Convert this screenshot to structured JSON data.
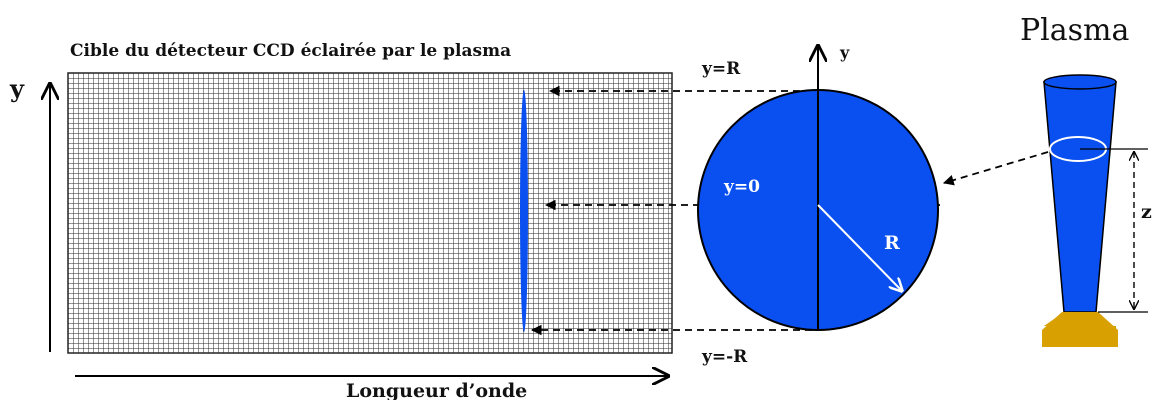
{
  "labels": {
    "detector_title": "Cible du détecteur CCD éclairée par le plasma",
    "y_axis_left": "y",
    "x_axis": "Longueur d’onde",
    "y_top": "y=R",
    "y_mid": "y=0",
    "y_bottom": "y=-R",
    "y_axis_circle": "y",
    "radius": "R",
    "plasma_title": "Plasma",
    "z_label": "z"
  },
  "colors": {
    "plasma_blue": "#0a4ff0",
    "grid_line": "#222222",
    "base_gold": "#d8a000",
    "outline": "#000000",
    "background": "#ffffff"
  },
  "icons": {
    "axis_arrow": "arrow-icon",
    "dashed_arrow": "dashed-arrow-icon"
  }
}
